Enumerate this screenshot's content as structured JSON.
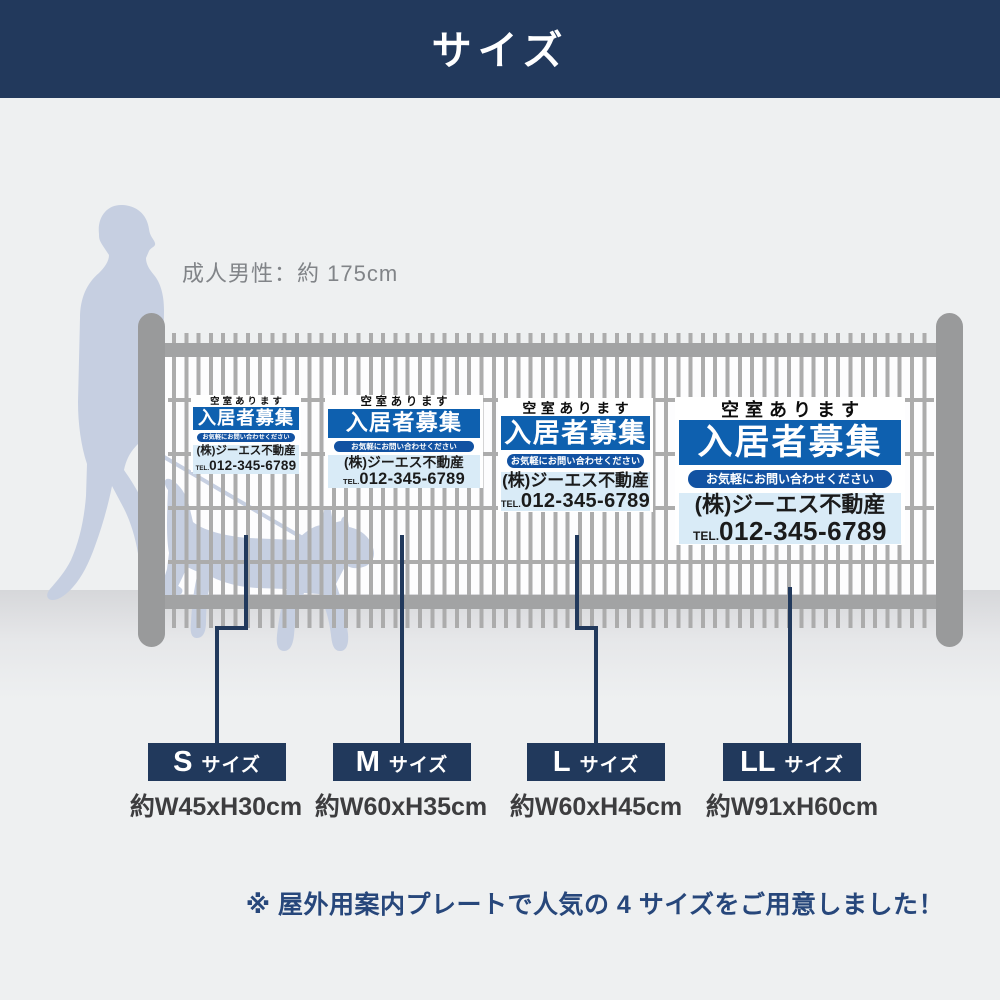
{
  "header": {
    "title": "サイズ"
  },
  "scene": {
    "reference_label": "成人男性：約 175cm"
  },
  "sign_text": {
    "vacancy": "空室あります",
    "main": "入居者募集",
    "contact": "お気軽にお問い合わせください",
    "company": "(株)ジーエス不動産",
    "tel_label": "TEL.",
    "tel_number": "012-345-6789"
  },
  "sizes": [
    {
      "letter": "S",
      "word": "サイズ",
      "dims": "約W45xH30cm"
    },
    {
      "letter": "M",
      "word": "サイズ",
      "dims": "約W60xH35cm"
    },
    {
      "letter": "L",
      "word": "サイズ",
      "dims": "約W60xH45cm"
    },
    {
      "letter": "LL",
      "word": "サイズ",
      "dims": "約W91xH60cm"
    }
  ],
  "note": "※ 屋外用案内プレートで人気の 4 サイズをご用意しました！",
  "colors": {
    "header_navy": "#22395c",
    "sign_band_blue": "#0e60af",
    "sign_pill_blue": "#1252a2",
    "sign_info_bg": "#d9ebf7",
    "label_navy": "#21395c",
    "pointer_line_navy": "#21395c",
    "silhouette_blue_gray": "#c6cfe1",
    "note_navy": "#27477b",
    "background_gray": "#eef0f1",
    "fence_gray": "#a2a3a4"
  }
}
